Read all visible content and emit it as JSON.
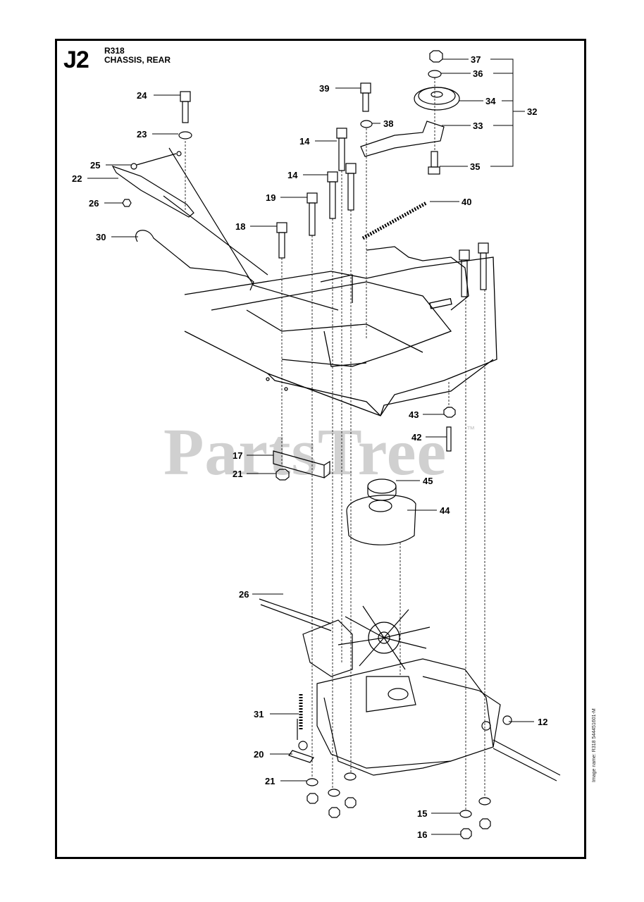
{
  "header": {
    "section_code": "J2",
    "model": "R318",
    "title": "CHASSIS, REAR"
  },
  "side_text": "Image name: R318 544451601-M",
  "watermark": {
    "brand": "PartsTree",
    "mark": "™"
  },
  "colors": {
    "ink": "#000000",
    "watermark": "#969696",
    "background": "#ffffff"
  },
  "callouts": [
    {
      "num": "24"
    },
    {
      "num": "23"
    },
    {
      "num": "25"
    },
    {
      "num": "22"
    },
    {
      "num": "26"
    },
    {
      "num": "30"
    },
    {
      "num": "18"
    },
    {
      "num": "19"
    },
    {
      "num": "14"
    },
    {
      "num": "14"
    },
    {
      "num": "39"
    },
    {
      "num": "38"
    },
    {
      "num": "37"
    },
    {
      "num": "36"
    },
    {
      "num": "34"
    },
    {
      "num": "33"
    },
    {
      "num": "32"
    },
    {
      "num": "35"
    },
    {
      "num": "40"
    },
    {
      "num": "43"
    },
    {
      "num": "42"
    },
    {
      "num": "17"
    },
    {
      "num": "21"
    },
    {
      "num": "45"
    },
    {
      "num": "44"
    },
    {
      "num": "26"
    },
    {
      "num": "31"
    },
    {
      "num": "20"
    },
    {
      "num": "21"
    },
    {
      "num": "12"
    },
    {
      "num": "15"
    },
    {
      "num": "16"
    }
  ]
}
